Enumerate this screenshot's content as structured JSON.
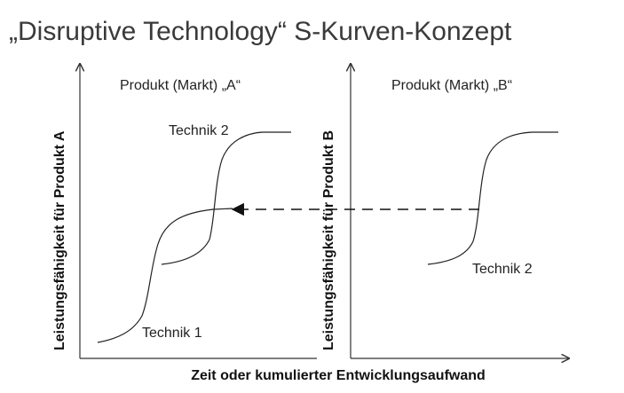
{
  "title": "„Disruptive Technology“ S-Kurven-Konzept",
  "x_axis_label": "Zeit oder kumulierter Entwicklungsaufwand",
  "panels": [
    {
      "title": "Produkt (Markt) „A“",
      "y_axis_label": "Leistungsfähigkeit für Produkt A",
      "curves": [
        {
          "label": "Technik 1"
        },
        {
          "label": "Technik 2"
        }
      ]
    },
    {
      "title": "Produkt (Markt) „B“",
      "y_axis_label": "Leistungsfähigkeit für Produkt B",
      "curves": [
        {
          "label": "Technik 2"
        }
      ]
    }
  ]
}
